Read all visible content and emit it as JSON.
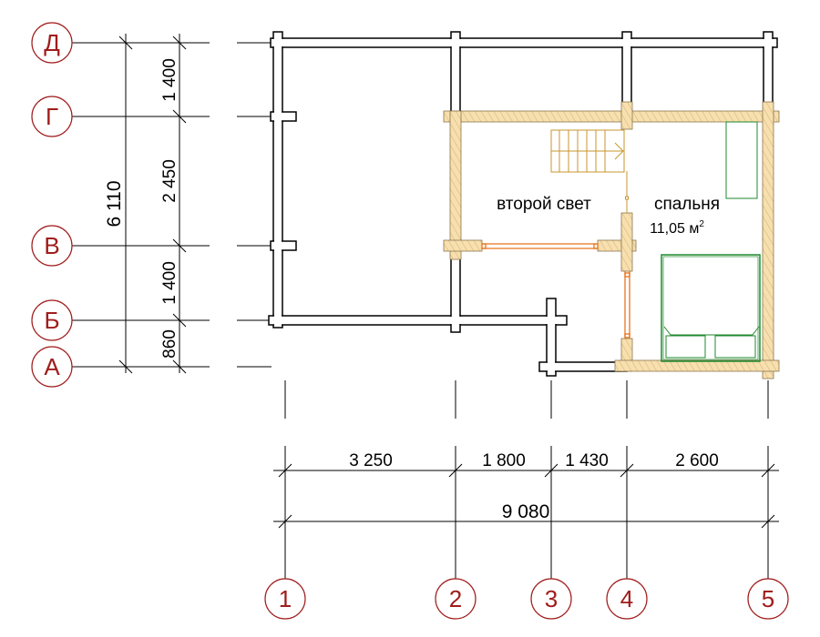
{
  "row_axes": [
    {
      "label": "Д"
    },
    {
      "label": "Г"
    },
    {
      "label": "В"
    },
    {
      "label": "Б"
    },
    {
      "label": "А"
    }
  ],
  "column_axes": [
    {
      "label": "1"
    },
    {
      "label": "2"
    },
    {
      "label": "3"
    },
    {
      "label": "4"
    },
    {
      "label": "5"
    }
  ],
  "vertical_dimensions": {
    "total": "6 110",
    "segments": [
      "1 400",
      "2 450",
      "1 400",
      "860"
    ]
  },
  "horizontal_dimensions": {
    "total": "9 080",
    "segments": [
      "3 250",
      "1 800",
      "1 430",
      "2 600"
    ]
  },
  "rooms": [
    {
      "name": "второй свет"
    },
    {
      "name": "спальня",
      "area": "11,05 м",
      "area_unit_sup": "2"
    }
  ],
  "colors": {
    "axis": "#a01c1c",
    "wall_wood": "#f7dfae",
    "window": "#e8741c",
    "furniture": "#1f8a2e",
    "stair": "#c8962e"
  }
}
